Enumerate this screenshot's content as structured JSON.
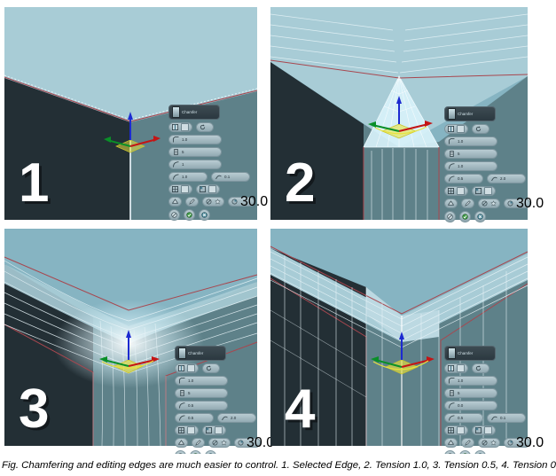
{
  "figure": {
    "caption": "Fig. Chamfering and editing edges are much easier to control. 1. Selected Edge, 2. Tension 1.0, 3. Tension 0.5, 4. Tension 0",
    "background_color": "#ffffff"
  },
  "palette": {
    "viewport_bg": "#86b4c2",
    "top_face": "#a8ccd6",
    "wall_left_dark": "#232f35",
    "wall_right_teal": "#5e8189",
    "wireframe": "#e8f4f8",
    "edge_red": "#a8474f",
    "highlight_glow": "#d8f2fa",
    "gizmo_z_blue": "#1c2ad0",
    "gizmo_x_green": "#0a8f28",
    "gizmo_y_red": "#c41515",
    "gizmo_plane_yellow": "#e8e23c",
    "numeral_white": "#ffffff",
    "caddy_title_bg": "#2b3840",
    "caddy_field_bg": "#a9c0c8"
  },
  "panels": [
    {
      "id": "panel-1",
      "numeral": "1",
      "state_label": "Selected Edge",
      "caddy": {
        "title": "Chamfer",
        "rows": [
          {
            "type": "toggle-pair",
            "icons": [
              "edge-mode-icon",
              "refresh-icon"
            ]
          },
          {
            "type": "field",
            "icon": "chamfer-amount-icon",
            "value": "1.0"
          },
          {
            "type": "field",
            "icon": "segments-icon",
            "value": "5"
          },
          {
            "type": "field",
            "icon": "tension-icon",
            "value": "1"
          },
          {
            "type": "field-pair",
            "left_icon": "edge-tension-icon",
            "left_value": "1.0",
            "right_icon": "smooth-icon",
            "right_value": "0.1"
          },
          {
            "type": "checkbox-pair",
            "icons": [
              "open-chamfer-icon",
              "invert-open-icon"
            ]
          },
          {
            "type": "button-group",
            "icons": [
              "quad-intersect-icon",
              "edit-icon",
              "miter-icon",
              "radial-icon",
              "smoothing-icon"
            ],
            "value": "30.0"
          }
        ],
        "footer_buttons": [
          "apply-icon",
          "ok-icon",
          "cancel-icon"
        ]
      }
    },
    {
      "id": "panel-2",
      "numeral": "2",
      "state_label": "Tension 1.0",
      "caddy": {
        "title": "Chamfer",
        "rows": [
          {
            "type": "toggle-pair",
            "icons": [
              "edge-mode-icon",
              "refresh-icon"
            ]
          },
          {
            "type": "field",
            "icon": "chamfer-amount-icon",
            "value": "1.0"
          },
          {
            "type": "field",
            "icon": "segments-icon",
            "value": "5"
          },
          {
            "type": "field",
            "icon": "tension-icon",
            "value": "1.0"
          },
          {
            "type": "field-pair",
            "left_icon": "edge-tension-icon",
            "left_value": "0.5",
            "right_icon": "smooth-icon",
            "right_value": "2.0"
          },
          {
            "type": "checkbox-pair",
            "icons": [
              "open-chamfer-icon",
              "invert-open-icon"
            ]
          },
          {
            "type": "button-group",
            "icons": [
              "quad-intersect-icon",
              "edit-icon",
              "miter-icon",
              "radial-icon",
              "smoothing-icon"
            ],
            "value": "30.0"
          }
        ],
        "footer_buttons": [
          "apply-icon",
          "ok-icon",
          "cancel-icon"
        ]
      }
    },
    {
      "id": "panel-3",
      "numeral": "3",
      "state_label": "Tension 0.5",
      "caddy": {
        "title": "Chamfer",
        "rows": [
          {
            "type": "toggle-pair",
            "icons": [
              "edge-mode-icon",
              "refresh-icon"
            ]
          },
          {
            "type": "field",
            "icon": "chamfer-amount-icon",
            "value": "1.0"
          },
          {
            "type": "field",
            "icon": "segments-icon",
            "value": "5"
          },
          {
            "type": "field",
            "icon": "tension-icon",
            "value": "0.5"
          },
          {
            "type": "field-pair",
            "left_icon": "edge-tension-icon",
            "left_value": "0.5",
            "right_icon": "smooth-icon",
            "right_value": "2.0"
          },
          {
            "type": "checkbox-pair",
            "icons": [
              "open-chamfer-icon",
              "invert-open-icon"
            ]
          },
          {
            "type": "button-group",
            "icons": [
              "quad-intersect-icon",
              "edit-icon",
              "miter-icon",
              "radial-icon",
              "smoothing-icon"
            ],
            "value": "30.0"
          }
        ],
        "footer_buttons": [
          "apply-icon",
          "ok-icon",
          "cancel-icon"
        ]
      }
    },
    {
      "id": "panel-4",
      "numeral": "4",
      "state_label": "Tension 0",
      "caddy": {
        "title": "Chamfer",
        "rows": [
          {
            "type": "toggle-pair",
            "icons": [
              "edge-mode-icon",
              "refresh-icon"
            ]
          },
          {
            "type": "field",
            "icon": "chamfer-amount-icon",
            "value": "1.0"
          },
          {
            "type": "field",
            "icon": "segments-icon",
            "value": "5"
          },
          {
            "type": "field",
            "icon": "tension-icon",
            "value": "0.0"
          },
          {
            "type": "field-pair",
            "left_icon": "edge-tension-icon",
            "left_value": "0.5",
            "right_icon": "smooth-icon",
            "right_value": "0.1"
          },
          {
            "type": "checkbox-pair",
            "icons": [
              "open-chamfer-icon",
              "invert-open-icon"
            ]
          },
          {
            "type": "button-group",
            "icons": [
              "quad-intersect-icon",
              "edit-icon",
              "miter-icon",
              "radial-icon",
              "smoothing-icon"
            ],
            "value": "30.0"
          }
        ],
        "footer_buttons": [
          "apply-icon",
          "ok-icon",
          "cancel-icon"
        ]
      }
    }
  ]
}
